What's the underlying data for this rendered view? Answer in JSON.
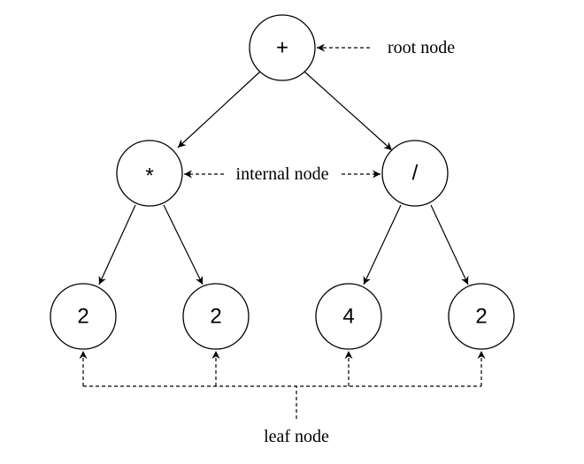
{
  "tree": {
    "root": {
      "label": "+"
    },
    "internal": [
      {
        "label": "*"
      },
      {
        "label": "/"
      }
    ],
    "leaves": [
      {
        "label": "2"
      },
      {
        "label": "2"
      },
      {
        "label": "4"
      },
      {
        "label": "2"
      }
    ]
  },
  "annotations": {
    "root": "root node",
    "internal": "internal node",
    "leaf": "leaf node"
  }
}
